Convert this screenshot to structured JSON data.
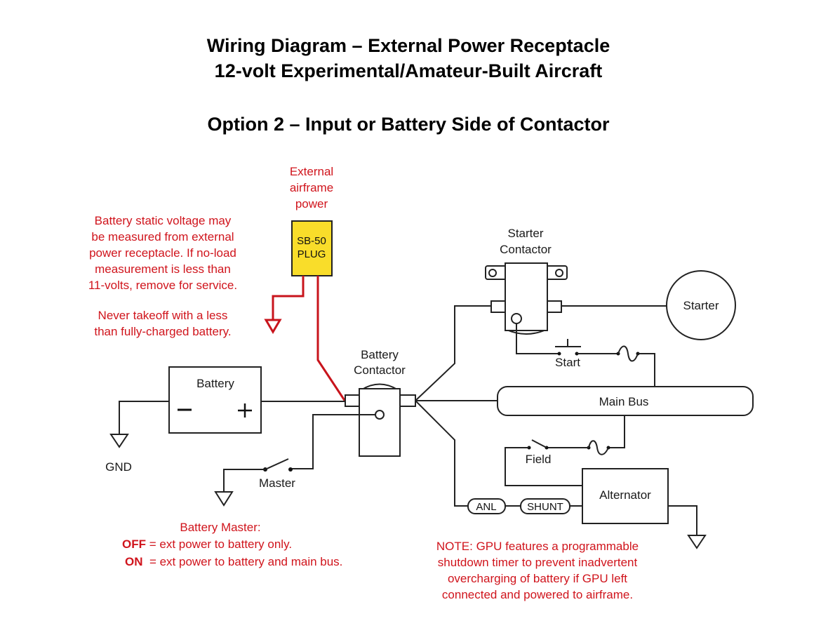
{
  "titles": {
    "line1": "Wiring Diagram – External Power Receptacle",
    "line2": "12-volt Experimental/Amateur-Built Aircraft",
    "line3": "Option 2 – Input or Battery Side of Contactor"
  },
  "external_power": {
    "label_lines": [
      "External",
      "airframe",
      "power"
    ],
    "plug_lines": [
      "SB-50",
      "PLUG"
    ],
    "plug_color": "#f9dd2a"
  },
  "battery_note": {
    "lines": [
      "Battery static voltage may",
      "be measured from external",
      "power receptacle. If no-load",
      "measurement is less than",
      "11-volts, remove for service."
    ],
    "warning_lines": [
      "Never takeoff with a less",
      "than fully-charged battery."
    ]
  },
  "components": {
    "battery": "Battery",
    "battery_minus": "−",
    "battery_plus": "+",
    "gnd": "GND",
    "battery_contactor": [
      "Battery",
      "Contactor"
    ],
    "starter_contactor": [
      "Starter",
      "Contactor"
    ],
    "starter": "Starter",
    "start_switch": "Start",
    "main_bus": "Main Bus",
    "field_switch": "Field",
    "master_switch": "Master",
    "alternator": "Alternator",
    "anl": "ANL",
    "shunt": "SHUNT"
  },
  "master_note": {
    "heading": "Battery Master:",
    "off_key": "OFF",
    "off_text": " = ext power to battery only.",
    "on_key": "ON",
    "on_text": "  = ext power to battery and main bus."
  },
  "gpu_note": {
    "lines": [
      "NOTE: GPU features a programmable",
      "shutdown timer to prevent inadvertent",
      "overcharging of battery if GPU left",
      "connected and powered to airframe."
    ]
  },
  "colors": {
    "note_red": "#d0141c",
    "wire": "#222222",
    "external_wire": "#c8141c"
  }
}
